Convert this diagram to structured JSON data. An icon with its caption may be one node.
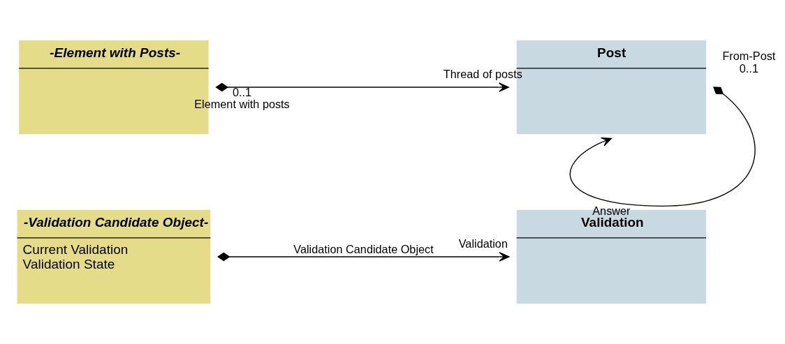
{
  "diagram": {
    "nodes": [
      {
        "text": [
          "Validation"
        ]
      },
      {
        "text": [
          "-Validation Candidate Object-",
          "Current Validation",
          "Validation State"
        ]
      },
      {
        "text": [
          "-Element with Posts-"
        ]
      },
      {
        "text": [
          "Post"
        ]
      }
    ],
    "edges": [
      {
        "from": 1,
        "to": 0,
        "arrow": "to",
        "label": "Validation Candidate Object"
      },
      {
        "from": 2,
        "to": 3,
        "arrow": "to"
      },
      {
        "from": 3,
        "to": 3,
        "arrow": "to",
        "label": "Answer"
      }
    ],
    "labels": [
      "Validation",
      "0..1",
      "Thread of posts",
      "Element with posts",
      "From-Post",
      "0..1"
    ]
  }
}
